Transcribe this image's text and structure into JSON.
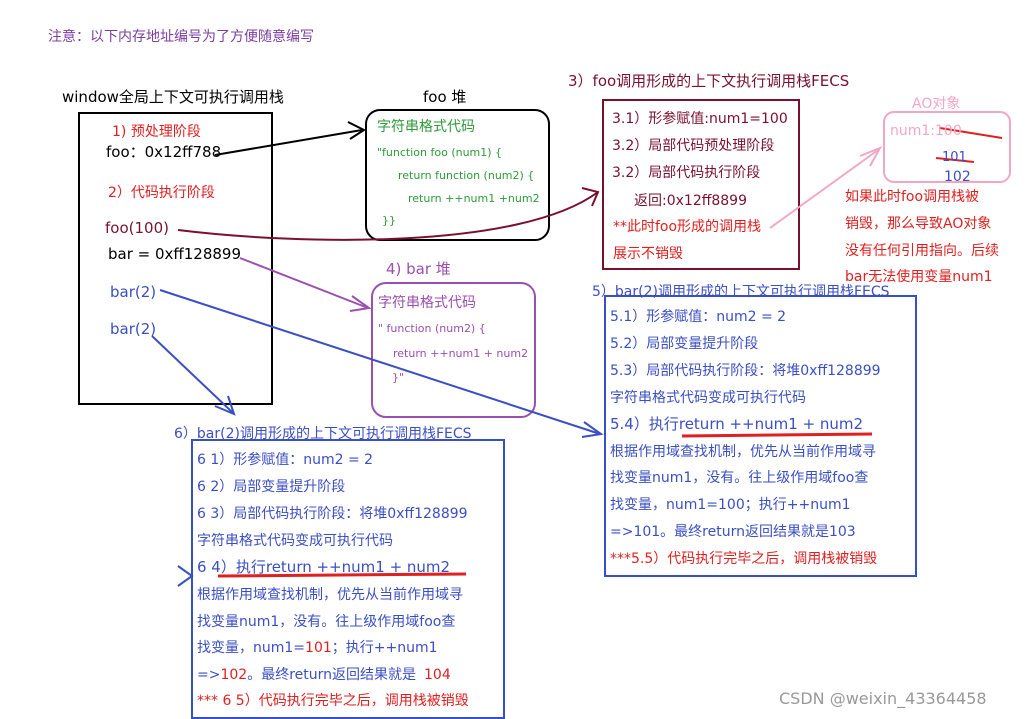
{
  "note": "注意：以下内存地址编号为了方便随意编写",
  "window": {
    "title": "window全局上下文可执行调用栈",
    "phase1": "1) 预处理阶段",
    "foo_addr": "foo：0x12ff788",
    "phase2": "2）代码执行阶段",
    "call_foo": "foo(100)",
    "bar_assign": "bar = 0xff128899",
    "call_bar1": "bar(2)",
    "call_bar2": "bar(2)"
  },
  "foo_heap": {
    "title": "foo 堆",
    "label": "字符串格式代码",
    "code": [
      "\"function foo (num1) {",
      "return function (num2) {",
      "return ++num1 +num2",
      "}}"
    ]
  },
  "bar_heap": {
    "title": "4) bar 堆",
    "label": "字符串格式代码",
    "code": [
      "\" function (num2) {",
      "return ++num1 + num2",
      "}\""
    ]
  },
  "foo_ecs": {
    "title": "3）foo调用形成的上下文执行调用栈FECS",
    "lines": [
      "3.1）形参赋值:num1=100",
      "3.2）局部代码预处理阶段",
      "3.2）局部代码执行阶段",
      "返回:0x12ff8899"
    ],
    "note": [
      "**此时foo形成的调用栈",
      "展示不销毁"
    ]
  },
  "ao": {
    "title": "AO对象",
    "num1": "num1:100",
    "v101": "101",
    "v102": "102",
    "note": [
      "如果此时foo调用栈被",
      "销毁，那么导致AO对象",
      "没有任何引用指向。后续",
      "bar无法使用变量num1"
    ]
  },
  "bar_ecs5": {
    "title": "5）bar(2)调用形成的上下文可执行调用栈FECS",
    "lines": [
      "5.1）形参赋值：num2 = 2",
      "5.2）局部变量提升阶段",
      "5.3）局部代码执行阶段：将堆0xff128899",
      "字符串格式代码变成可执行代码"
    ],
    "exec_prefix": "5.4）执行",
    "exec_code": "return ++num1 + num2",
    "body": [
      "根据作用域查找机制，优先从当前作用域寻",
      "找变量num1，没有。往上级作用域foo查",
      "找变量，num1=100；执行++num1",
      "=>101。最终return返回结果就是103"
    ],
    "destroy": "***5.5）代码执行完毕之后，调用栈被销毁"
  },
  "bar_ecs6": {
    "title": "6）bar(2)调用形成的上下文可执行调用栈FECS",
    "lines": [
      "6 1）形参赋值：num2 = 2",
      "6 2）局部变量提升阶段",
      "6 3）局部代码执行阶段：将堆0xff128899",
      "字符串格式代码变成可执行代码"
    ],
    "exec_prefix": "6 4）",
    "exec_code": "执行return ++num1 + num2",
    "body1": "根据作用域查找机制，优先从当前作用域寻",
    "body2": "找变量num1，没有。往上级作用域foo查",
    "body3_a": "找变量，num1=",
    "body3_b": "101",
    "body3_c": "；执行++num1",
    "body4_a": "=>",
    "body4_b": "102",
    "body4_c": "。最终return返回结果就是",
    "body4_d": "104",
    "destroy": "*** 6 5）代码执行完毕之后，调用栈被销毁"
  },
  "watermark": "CSDN @weixin_43364458",
  "colors": {
    "purple_text": "#7b3fa0",
    "red": "#e02020",
    "blue": "#3b4fc4",
    "green": "#2e9a3a",
    "dark_red": "#7a1030",
    "pink": "#f2a6c6",
    "violet": "#9b4fb0"
  }
}
